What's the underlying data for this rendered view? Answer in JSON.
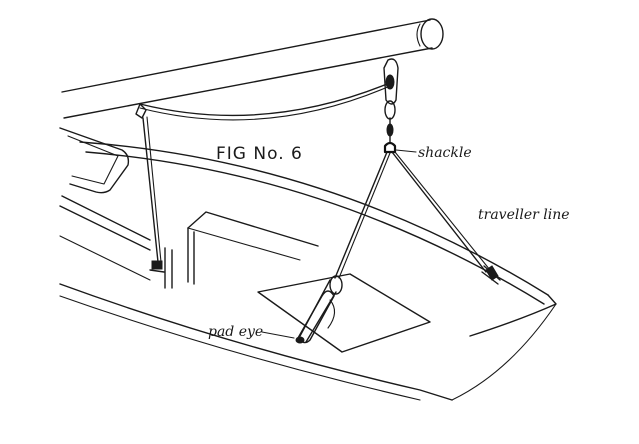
{
  "figure": {
    "title": "FIG No. 6",
    "labels": {
      "shackle": "shackle",
      "traveller_line": "traveller line",
      "pad_eye": "pad eye"
    }
  },
  "colors": {
    "ink": "#1a1a1a",
    "paper": "#ffffff"
  }
}
